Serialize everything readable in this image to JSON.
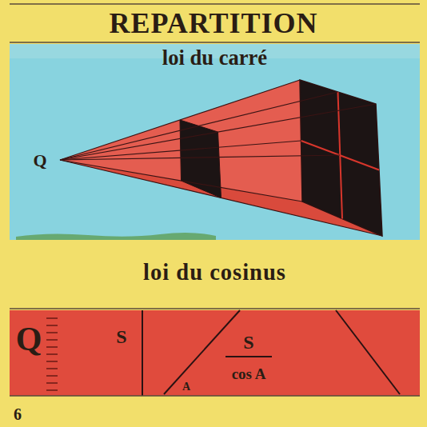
{
  "diagram": {
    "title": "REPARTITION",
    "nodes": [
      {
        "text": [
          "loi du carré"
        ]
      },
      {
        "text": [
          "loi du cosinus"
        ]
      }
    ],
    "labels": [
      "Q",
      "Q",
      "S",
      "S",
      "cos A",
      "A",
      "6"
    ]
  }
}
